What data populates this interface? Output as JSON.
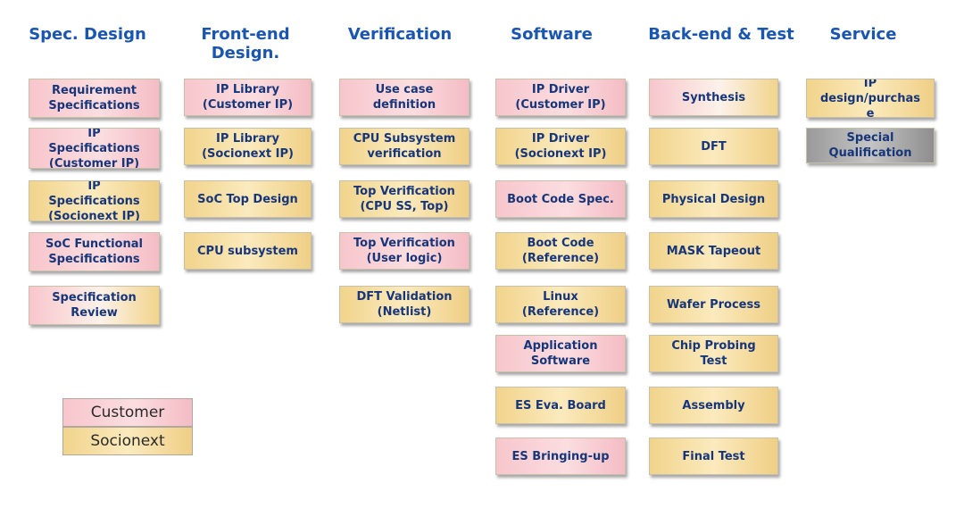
{
  "headers": [
    "Spec. Design",
    "Front-end\nDesign.",
    "Verification",
    "Software",
    "Back-end & Test",
    "Service"
  ],
  "columns": [
    [
      {
        "label": "Requirement\nSpecifications",
        "owner": "customer"
      },
      {
        "label": "IP\nSpecifications\n(Customer IP)",
        "owner": "customer"
      },
      {
        "label": "IP\nSpecifications\n(Socionext IP)",
        "owner": "socionext"
      },
      {
        "label": "SoC Functional\nSpecifications",
        "owner": "customer"
      },
      {
        "label": "Specification\nReview",
        "owner": "shared"
      }
    ],
    [
      {
        "label": "IP Library\n(Customer IP)",
        "owner": "customer"
      },
      {
        "label": "IP Library\n(Socionext IP)",
        "owner": "socionext"
      },
      {
        "label": "SoC Top Design",
        "owner": "socionext"
      },
      {
        "label": "CPU subsystem",
        "owner": "socionext"
      }
    ],
    [
      {
        "label": "Use case\ndefinition",
        "owner": "customer"
      },
      {
        "label": "CPU Subsystem\nverification",
        "owner": "socionext"
      },
      {
        "label": "Top Verification\n(CPU SS, Top)",
        "owner": "socionext"
      },
      {
        "label": "Top Verification\n(User logic)",
        "owner": "customer"
      },
      {
        "label": "DFT Validation\n(Netlist)",
        "owner": "socionext"
      }
    ],
    [
      {
        "label": "IP Driver\n(Customer IP)",
        "owner": "customer"
      },
      {
        "label": "IP Driver\n(Socionext IP)",
        "owner": "socionext"
      },
      {
        "label": "Boot Code Spec.",
        "owner": "customer"
      },
      {
        "label": "Boot Code\n(Reference)",
        "owner": "socionext"
      },
      {
        "label": "Linux\n(Reference)",
        "owner": "socionext"
      },
      {
        "label": "Application\nSoftware",
        "owner": "customer"
      },
      {
        "label": "ES Eva. Board",
        "owner": "socionext"
      },
      {
        "label": "ES Bringing-up",
        "owner": "customer"
      }
    ],
    [
      {
        "label": "Synthesis",
        "owner": "shared"
      },
      {
        "label": "DFT",
        "owner": "socionext"
      },
      {
        "label": "Physical Design",
        "owner": "socionext"
      },
      {
        "label": "MASK Tapeout",
        "owner": "socionext"
      },
      {
        "label": "Wafer Process",
        "owner": "socionext"
      },
      {
        "label": "Chip Probing\nTest",
        "owner": "socionext"
      },
      {
        "label": "Assembly",
        "owner": "socionext"
      },
      {
        "label": "Final Test",
        "owner": "socionext"
      }
    ],
    [
      {
        "label": "IP\ndesign/purchas\ne",
        "owner": "socionext"
      },
      {
        "label": "Special\nQualification",
        "owner": "other"
      }
    ]
  ],
  "legend": {
    "customer": "Customer",
    "socionext": "Socionext"
  },
  "colors": {
    "header_text": "#1a56b0",
    "box_text": "#17367a",
    "customer": "#f7c6cc",
    "socionext": "#f1d48c",
    "other": "#9a9a9a"
  }
}
